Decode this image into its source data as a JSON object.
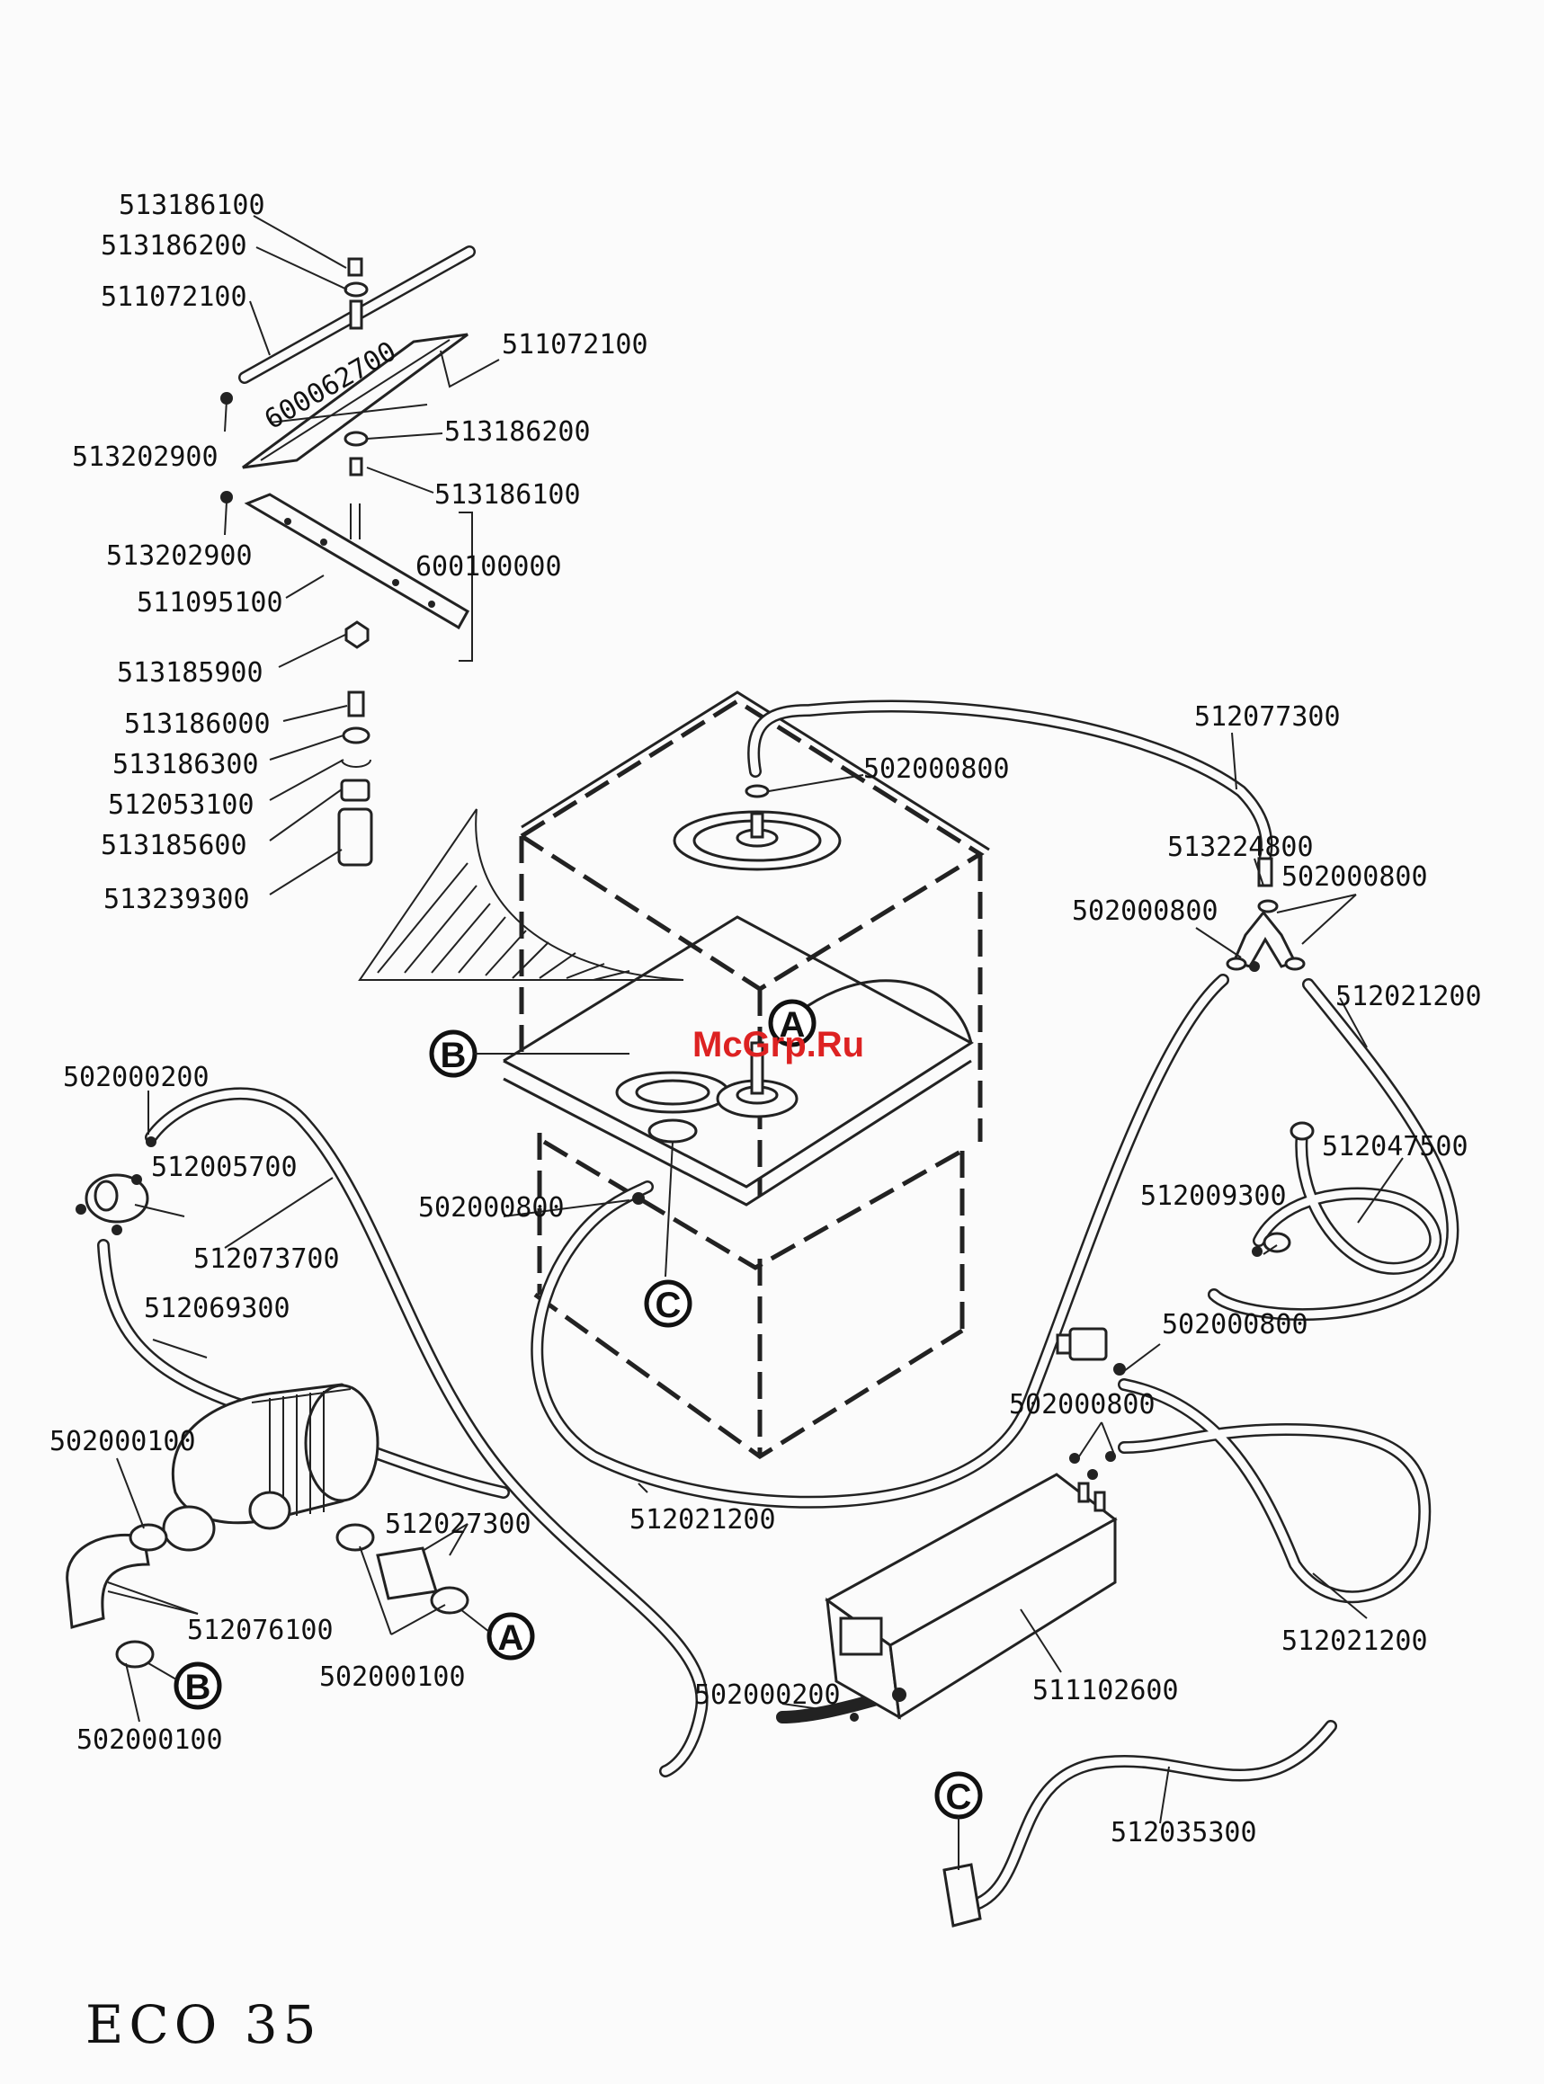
{
  "title": "ECO 35",
  "watermark": "McGrp.Ru",
  "callouts": {
    "a": "A",
    "b": "B",
    "c": "C"
  },
  "labels": {
    "l01": "513186100",
    "l02": "513186200",
    "l03": "511072100",
    "l04": "511072100",
    "l05": "600062700",
    "l06": "513202900",
    "l07": "513186200",
    "l08": "513186100",
    "l09": "513202900",
    "l10": "600100000",
    "l11": "511095100",
    "l12": "513185900",
    "l13": "513186000",
    "l14": "513186300",
    "l15": "512053100",
    "l16": "513185600",
    "l17": "513239300",
    "l18": "512077300",
    "l19": "502000800",
    "l20": "513224800",
    "l21": "502000800",
    "l22": "502000800",
    "l23": "512021200",
    "l24": "502000200",
    "l25": "512005700",
    "l26": "512073700",
    "l27": "502000800",
    "l28": "512047500",
    "l29": "512009300",
    "l30": "512069300",
    "l31": "502000800",
    "l32": "502000100",
    "l33": "502000800",
    "l34": "512027300",
    "l35": "512021200",
    "l36": "512076100",
    "l37": "502000100",
    "l38": "512021200",
    "l39": "502000200",
    "l40": "511102600",
    "l41": "502000100",
    "l42": "512035300"
  }
}
